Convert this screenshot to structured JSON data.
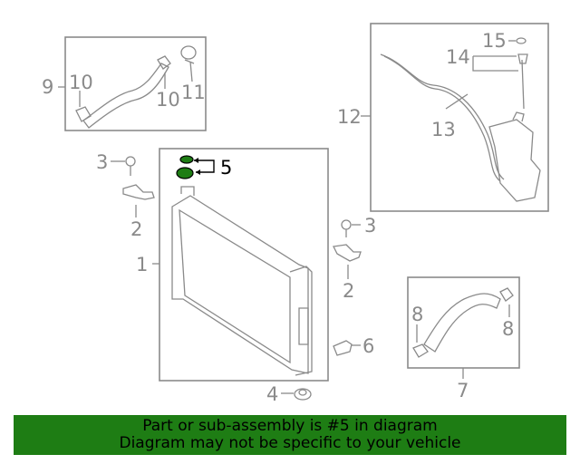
{
  "callouts": {
    "c1": "1",
    "c2a": "2",
    "c2b": "2",
    "c3a": "3",
    "c3b": "3",
    "c4": "4",
    "c5": "5",
    "c6": "6",
    "c7": "7",
    "c8a": "8",
    "c8b": "8",
    "c9": "9",
    "c10a": "10",
    "c10b": "10",
    "c11": "11",
    "c12": "12",
    "c13": "13",
    "c14": "14",
    "c15": "15"
  },
  "highlight_callout": "5",
  "colors": {
    "highlight_part": "#1e7d14",
    "banner_background": "#1e7d14",
    "line_art": "#8a8a8a"
  },
  "banner": {
    "line1": "Part or sub-assembly is #5 in diagram",
    "line2": "Diagram may not be specific to your vehicle"
  }
}
